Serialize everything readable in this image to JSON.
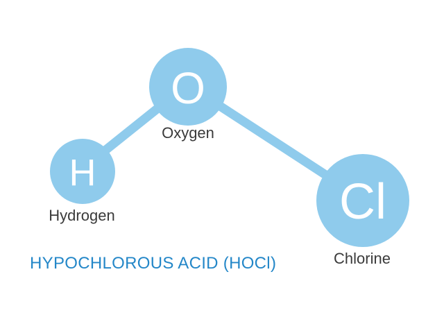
{
  "title": "HYPOCHLOROUS ACID (HOCl)",
  "colors": {
    "atom": "#8fcbec",
    "bond": "#8fcbec",
    "title": "#2487c8",
    "label": "#3a3a3a",
    "symbol": "#ffffff"
  },
  "atoms": [
    {
      "id": "hydrogen",
      "symbol": "H",
      "name": "Hydrogen"
    },
    {
      "id": "oxygen",
      "symbol": "O",
      "name": "Oxygen"
    },
    {
      "id": "chlorine",
      "symbol": "Cl",
      "name": "Chlorine"
    }
  ],
  "bonds": [
    {
      "from": "hydrogen",
      "to": "oxygen"
    },
    {
      "from": "oxygen",
      "to": "chlorine"
    }
  ]
}
